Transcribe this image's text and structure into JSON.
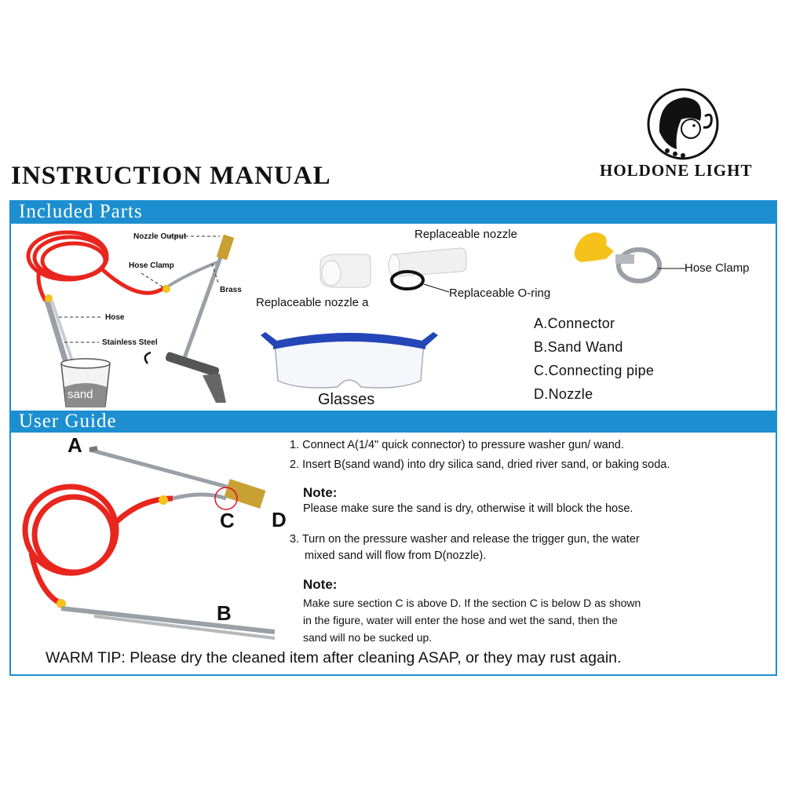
{
  "header": {
    "title": "INSTRUCTION MANUAL",
    "brand": "HOLDONE LIGHT"
  },
  "included_parts": {
    "heading": "Included Parts",
    "labels": {
      "nozzle_output": "Nozzle Output",
      "hose_clamp_small": "Hose Clamp",
      "brass": "Brass",
      "hose": "Hose",
      "stainless_steel": "Stainless Steel",
      "sand": "sand",
      "replaceable_nozzle": "Replaceable nozzle",
      "replaceable_nozzle_a": "Replaceable nozzle a",
      "replaceable_oring": "Replaceable O-ring",
      "hose_clamp": "Hose Clamp",
      "glasses": "Glasses"
    },
    "parts_list": [
      "A.Connector",
      "B.Sand Wand",
      "C.Connecting pipe",
      "D.Nozzle"
    ]
  },
  "user_guide": {
    "heading": "User Guide",
    "letters": {
      "a": "A",
      "b": "B",
      "c": "C",
      "d": "D"
    },
    "step1": "1. Connect A(1/4\" quick connector) to pressure washer gun/ wand.",
    "step2": "2. Insert B(sand wand) into dry silica sand, dried river sand, or baking soda.",
    "note1_heading": "Note:",
    "note1_text": "Please make sure the sand is dry, otherwise it will block the hose.",
    "step3_line1": "3. Turn on the pressure washer and release the trigger gun, the water",
    "step3_line2": "mixed sand will flow from D(nozzle).",
    "note2_heading": "Note:",
    "note2_line1": "Make sure section C is above D. If the section C is below D as shown",
    "note2_line2": "in the figure, water will enter the hose and wet the sand, then the",
    "note2_line3": "sand will no be sucked up.",
    "warm_tip": "WARM TIP: Please dry the cleaned item after cleaning ASAP, or they may rust again."
  },
  "colors": {
    "accent_blue": "#1d8fd0",
    "hose_red": "#e8261e",
    "brass": "#c9a032",
    "clamp_yellow": "#f4c21a",
    "steel": "#9aa0a6"
  }
}
